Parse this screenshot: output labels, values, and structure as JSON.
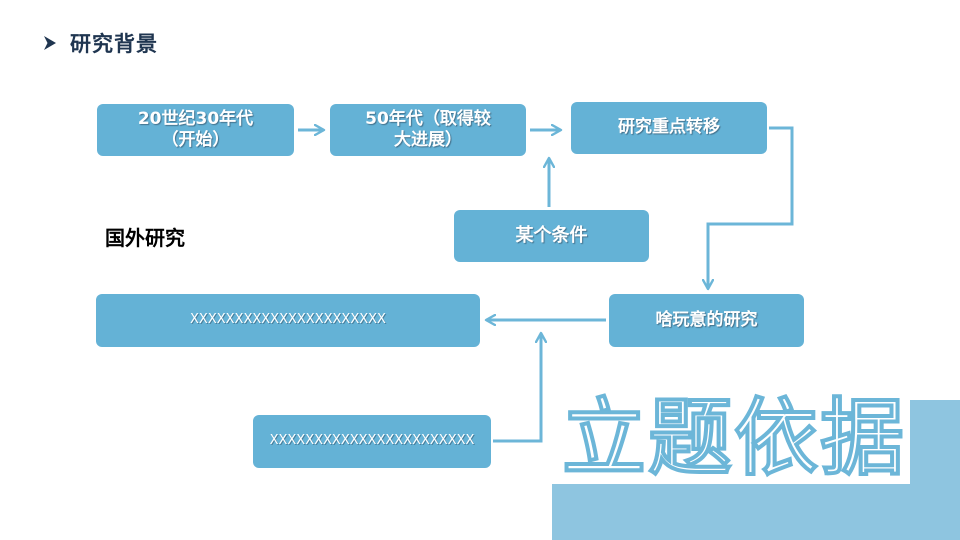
{
  "header": {
    "title": "研究背景",
    "bullet_icon": "chevron-right-icon"
  },
  "side_label": "国外研究",
  "boxes": {
    "b1": "20世纪30年代\n（开始）",
    "b2": "50年代（取得较\n大进展）",
    "b3": "研究重点转移",
    "b4": "某个条件",
    "b5": "啥玩意的研究",
    "b6": "XXXXXXXXXXXXXXXXXXXXXX",
    "b7": "XXXXXXXXXXXXXXXXXXXXXXX"
  },
  "watermark": "立题依据",
  "colors": {
    "box": "#64b2d6",
    "arrow": "#6cb6d8",
    "band": "#8ec5e0",
    "title": "#1f3550"
  }
}
